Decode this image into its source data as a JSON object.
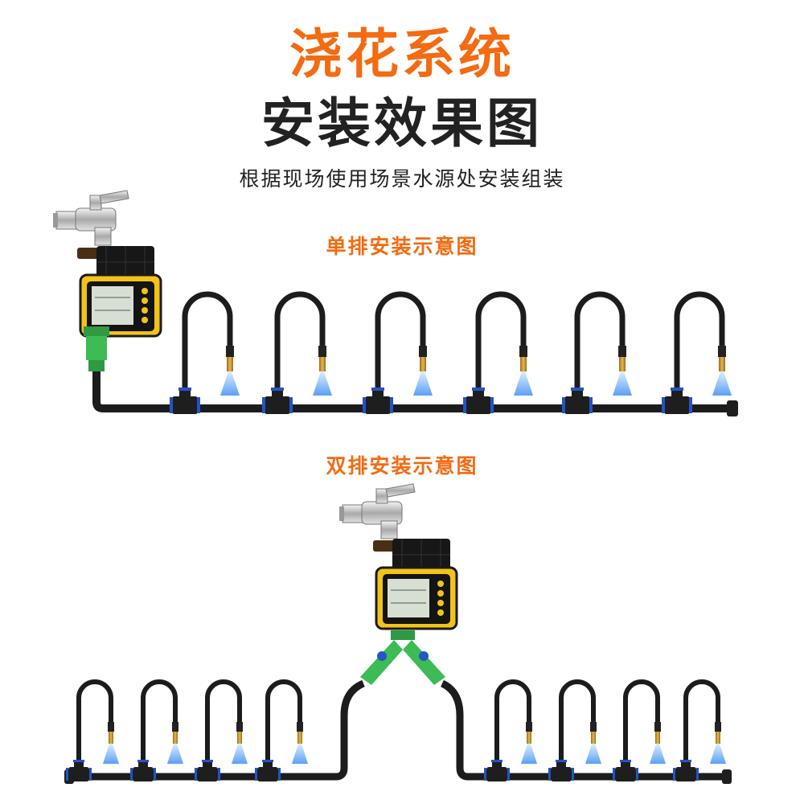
{
  "header": {
    "title_line1": "浇花系统",
    "title_line2": "安装效果图",
    "subtitle": "根据现场使用场景水源处安装组装"
  },
  "sections": {
    "single_row": "单排安装示意图",
    "double_row": "双排安装示意图"
  },
  "colors": {
    "accent_orange": "#f36b12",
    "timer_yellow": "#f2c318",
    "pipe_black": "#1c1c1c",
    "connector_green": "#2fb04a",
    "spray_blue": "#6fb3ff"
  },
  "icons": [
    "faucet-icon",
    "timer-icon",
    "sprinkler-nozzle-icon",
    "tee-connector-icon",
    "y-splitter-icon"
  ]
}
